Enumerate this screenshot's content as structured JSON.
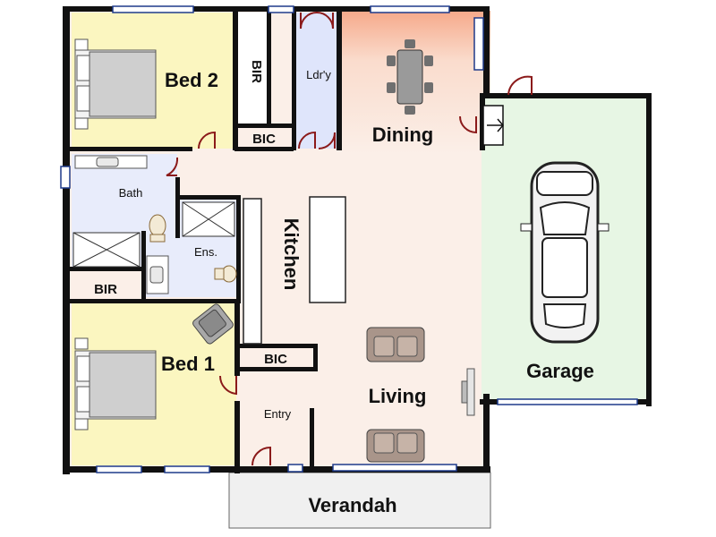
{
  "rooms": {
    "bed2": "Bed 2",
    "bir_top": "BIR",
    "bic_top": "BIC",
    "laundry": "Ldr'y",
    "dining": "Dining",
    "bath": "Bath",
    "ensuite": "Ens.",
    "bir_left": "BIR",
    "bed1": "Bed 1",
    "bic_mid": "BIC",
    "kitchen": "Kitchen",
    "entry": "Entry",
    "living": "Living",
    "garage": "Garage",
    "verandah": "Verandah"
  },
  "colors": {
    "bedroom": "#fbf6c0",
    "wet": "#e8ecfb",
    "laundry": "#dfe5fb",
    "dining_top": "#f7b79a",
    "living": "#fbefe8",
    "garage": "#e7f6e4",
    "verandah": "#f0f0f0"
  },
  "icons": [
    "bed-icon",
    "dining-table-icon",
    "sofa-icon",
    "armchair-icon",
    "car-icon",
    "toilet-icon",
    "shower-icon",
    "basin-icon",
    "tv-icon"
  ]
}
